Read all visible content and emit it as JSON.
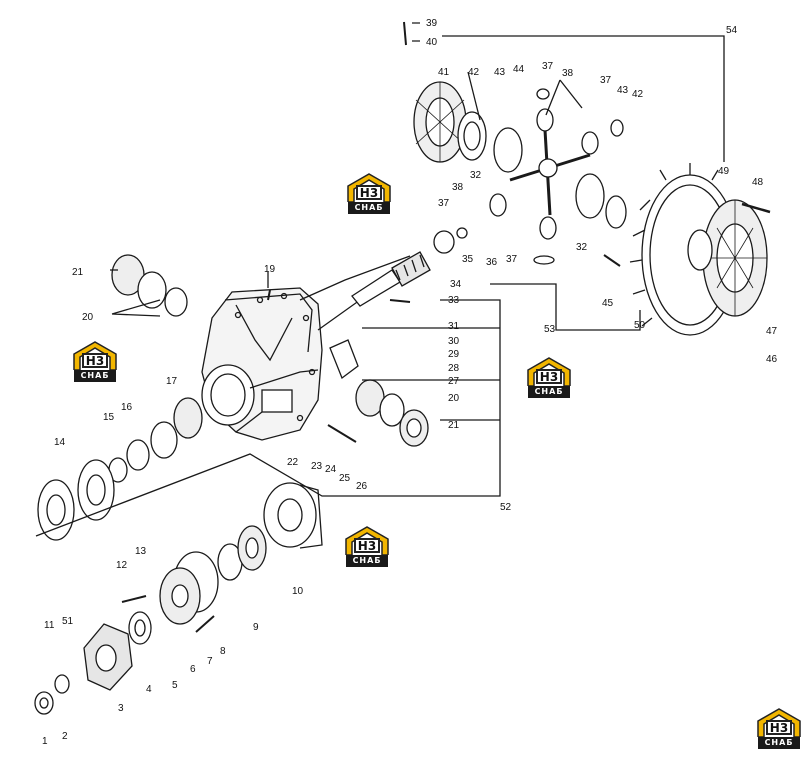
{
  "labels": {
    "p1": "1",
    "p2": "2",
    "p3": "3",
    "p4": "4",
    "p5": "5",
    "p6": "6",
    "p7": "7",
    "p8": "8",
    "p9": "9",
    "p10": "10",
    "p11": "11",
    "p12": "12",
    "p13": "13",
    "p14": "14",
    "p15": "15",
    "p16": "16",
    "p17": "17",
    "p19": "19",
    "p20": "20",
    "p20b": "20",
    "p21": "21",
    "p21b": "21",
    "p22": "22",
    "p23": "23",
    "p24": "24",
    "p25": "25",
    "p26": "26",
    "p27": "27",
    "p28": "28",
    "p29": "29",
    "p30": "30",
    "p31": "31",
    "p32": "32",
    "p32b": "32",
    "p33": "33",
    "p34": "34",
    "p35": "35",
    "p36": "36",
    "p37a": "37",
    "p37b": "37",
    "p37c": "37",
    "p37d": "37",
    "p38a": "38",
    "p38b": "38",
    "p39": "39",
    "p40": "40",
    "p41": "41",
    "p42a": "42",
    "p42b": "42",
    "p43a": "43",
    "p43b": "43",
    "p44": "44",
    "p45": "45",
    "p46": "46",
    "p47": "47",
    "p48": "48",
    "p49": "49",
    "p50": "50",
    "p51": "51",
    "p52": "52",
    "p53": "53",
    "p54": "54"
  },
  "watermark": {
    "mark": "H3",
    "band": "СНАБ",
    "accent": "#f2b600"
  }
}
